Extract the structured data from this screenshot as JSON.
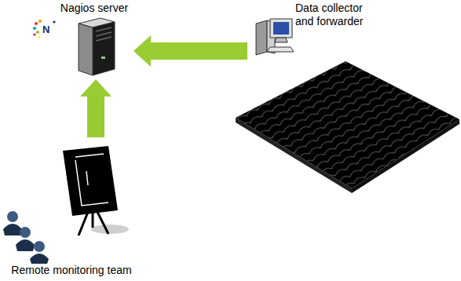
{
  "diagram": {
    "nodes": [
      {
        "text": [
          "Nagios server"
        ]
      },
      {
        "text": [
          "Data collector and forwarder"
        ]
      },
      {
        "text": [
          "Remote monitoring team"
        ]
      }
    ],
    "edges": [
      {
        "from": 1,
        "to": 0,
        "arrow": "to"
      },
      {
        "from": 2,
        "to": 0,
        "arrow": "to"
      }
    ],
    "labels": [
      "N"
    ]
  }
}
